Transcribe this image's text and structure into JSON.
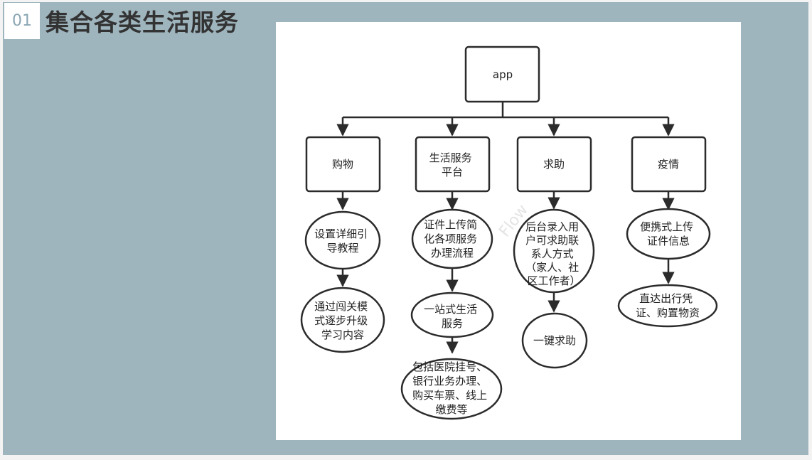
{
  "slide": {
    "number": "01",
    "title": "集合各类生活服务"
  },
  "diagram": {
    "watermark": "Flow",
    "root": "app",
    "branches": [
      {
        "label": [
          "购物"
        ],
        "items": [
          [
            "设置详细引",
            "导教程"
          ],
          [
            "通过闯关模",
            "式逐步升级",
            "学习内容"
          ]
        ]
      },
      {
        "label": [
          "生活服务",
          "平台"
        ],
        "items": [
          [
            "证件上传简",
            "化各项服务",
            "办理流程"
          ],
          [
            "一站式生活",
            "服务"
          ],
          [
            "包括医院挂号、",
            "银行业务办理、",
            "购买车票、线上",
            "缴费等"
          ]
        ]
      },
      {
        "label": [
          "求助"
        ],
        "items": [
          [
            "后台录入用",
            "户可求助联",
            "系人方式",
            "（家人、社",
            "区工作者）"
          ],
          [
            "一键求助"
          ]
        ]
      },
      {
        "label": [
          "疫情"
        ],
        "items": [
          [
            "便携式上传",
            "证件信息"
          ],
          [
            "直达出行凭",
            "证、购置物资"
          ]
        ]
      }
    ]
  }
}
